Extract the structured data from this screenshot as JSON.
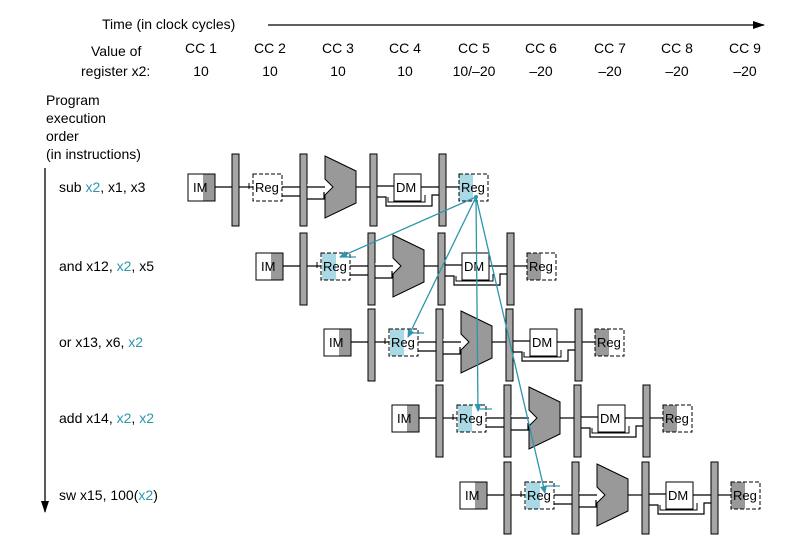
{
  "header": {
    "time_label": "Time (in clock cycles)",
    "value_label_line1": "Value of",
    "value_label_line2": "register x2:"
  },
  "cycles": [
    {
      "cc": "CC 1",
      "value": "10"
    },
    {
      "cc": "CC 2",
      "value": "10"
    },
    {
      "cc": "CC 3",
      "value": "10"
    },
    {
      "cc": "CC 4",
      "value": "10"
    },
    {
      "cc": "CC 5",
      "value": "10/–20"
    },
    {
      "cc": "CC 6",
      "value": "–20"
    },
    {
      "cc": "CC 7",
      "value": "–20"
    },
    {
      "cc": "CC 8",
      "value": "–20"
    },
    {
      "cc": "CC 9",
      "value": "–20"
    }
  ],
  "order_label": [
    "Program",
    "execution",
    "order",
    "(in instructions)"
  ],
  "instructions": [
    {
      "op": "sub ",
      "rd": "x2",
      "rd_hl": true,
      "sep1": ", ",
      "rs1": "x1",
      "rs1_hl": false,
      "sep2": ", ",
      "rs2": "x3",
      "rs2_hl": false,
      "tail": ""
    },
    {
      "op": "and ",
      "rd": "x12",
      "rd_hl": false,
      "sep1": ", ",
      "rs1": "x2",
      "rs1_hl": true,
      "sep2": ", ",
      "rs2": "x5",
      "rs2_hl": false,
      "tail": ""
    },
    {
      "op": "or ",
      "rd": "x13",
      "rd_hl": false,
      "sep1": ", ",
      "rs1": "x6",
      "rs1_hl": false,
      "sep2": ", ",
      "rs2": "x2",
      "rs2_hl": true,
      "tail": ""
    },
    {
      "op": "add ",
      "rd": "x14",
      "rd_hl": false,
      "sep1": ", ",
      "rs1": "x2",
      "rs1_hl": true,
      "sep2": ", ",
      "rs2": "x2",
      "rs2_hl": true,
      "tail": ""
    },
    {
      "op": "sw ",
      "rd": "x15",
      "rd_hl": false,
      "sep1": ", ",
      "rs1": "100(",
      "rs1_hl": false,
      "sep2": "",
      "rs2": "x2",
      "rs2_hl": true,
      "tail": ")"
    }
  ],
  "stage_labels": {
    "im": "IM",
    "reg": "Reg",
    "dm": "DM"
  },
  "colors": {
    "highlight": "#2b96ad",
    "highlight_fill": "#a9d9e4",
    "unit_gray": "#999999",
    "bar_gray": "#a6a6a6"
  }
}
